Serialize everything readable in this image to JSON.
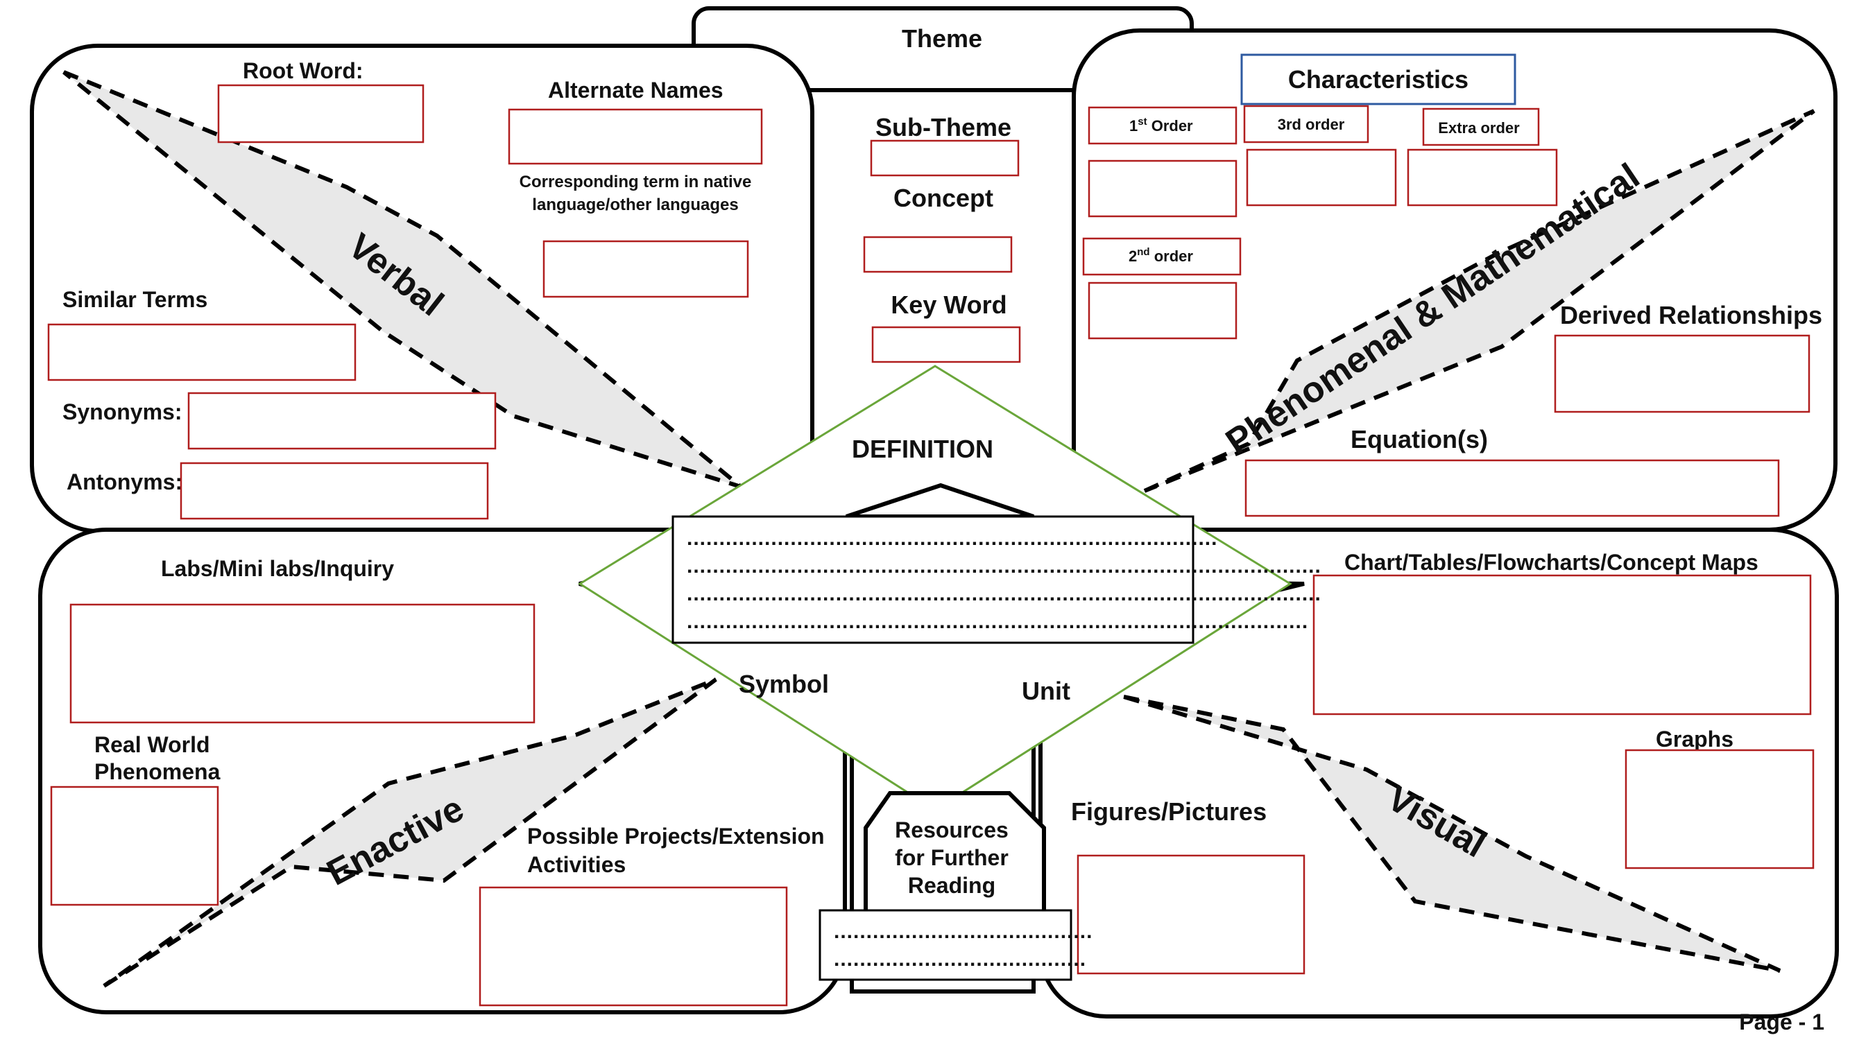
{
  "theme": {
    "label": "Theme"
  },
  "center_column": {
    "sub_theme": "Sub-Theme",
    "concept": "Concept",
    "key_word": "Key Word"
  },
  "definition": {
    "label": "DEFINITION",
    "dot_lines": [
      "..................................................................................",
      "..................................................................................................",
      "..................................................................................................",
      "................................................................................................"
    ],
    "symbol": "Symbol",
    "unit": "Unit"
  },
  "verbal_panel": {
    "wing": "Verbal",
    "root_word": "Root Word:",
    "alternate_names": "Alternate Names",
    "native_term_line1": "Corresponding term in native",
    "native_term_line2": "language/other languages",
    "similar_terms": "Similar Terms",
    "synonyms": "Synonyms:",
    "antonyms": "Antonyms:"
  },
  "math_panel": {
    "wing": "Phenomenal & Mathematical",
    "characteristics": "Characteristics",
    "first_order_base": "1",
    "first_order_sup": "st",
    "first_order_rest": " Order",
    "second_order_base": "2",
    "second_order_sup": "nd",
    "second_order_rest": " order",
    "third_order": "3rd order",
    "extra_order": "Extra order",
    "derived_relationships": "Derived Relationships",
    "equations": "Equation(s)"
  },
  "enactive_panel": {
    "wing": "Enactive",
    "labs": "Labs/Mini labs/Inquiry",
    "real_world_line1": "Real World",
    "real_world_line2": "Phenomena",
    "projects_line1": "Possible Projects/Extension",
    "projects_line2": "Activities"
  },
  "visual_panel": {
    "wing": "Visual",
    "charts": "Chart/Tables/Flowcharts/Concept Maps",
    "graphs": "Graphs",
    "figures": "Figures/Pictures"
  },
  "resources": {
    "line1": "Resources",
    "line2": "for Further",
    "line3": "Reading",
    "dot_line1": "........................................",
    "dot_line2": "......................................."
  },
  "footer": {
    "page": "Page - 1"
  },
  "colors": {
    "field_border": "#b01e1e",
    "definition_diamond": "#6aa63a",
    "characteristics_border": "#2e5aa0",
    "wing_fill": "#e8e8e8"
  }
}
